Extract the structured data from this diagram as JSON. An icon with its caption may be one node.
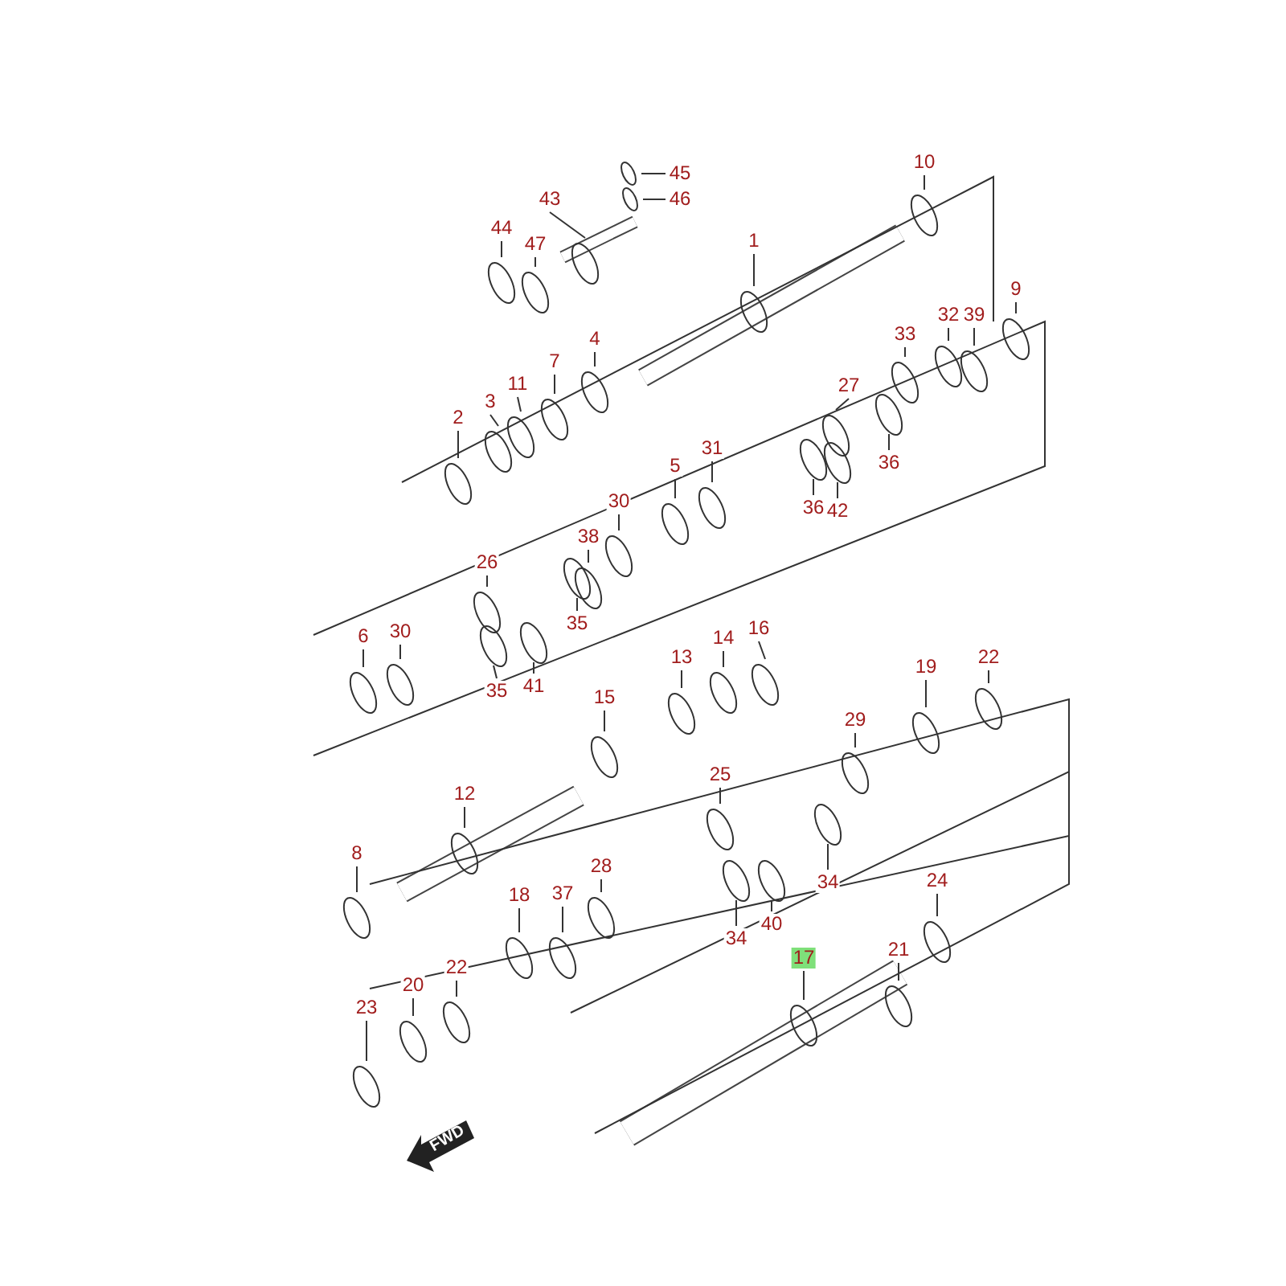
{
  "diagram": {
    "nodes": [
      {
        "text": [
          "45"
        ]
      },
      {
        "text": [
          "46"
        ]
      },
      {
        "text": [
          "10"
        ]
      },
      {
        "text": [
          "43"
        ]
      },
      {
        "text": [
          "47"
        ]
      },
      {
        "text": [
          "44"
        ]
      },
      {
        "text": [
          "1"
        ]
      },
      {
        "text": [
          "9"
        ]
      },
      {
        "text": [
          "32"
        ]
      },
      {
        "text": [
          "39"
        ]
      },
      {
        "text": [
          "33"
        ]
      },
      {
        "text": [
          "4"
        ]
      },
      {
        "text": [
          "11"
        ]
      },
      {
        "text": [
          "7"
        ]
      },
      {
        "text": [
          "3"
        ]
      },
      {
        "text": [
          "2"
        ]
      },
      {
        "text": [
          "27"
        ]
      },
      {
        "text": [
          "31"
        ]
      },
      {
        "text": [
          "36"
        ]
      },
      {
        "text": [
          "5"
        ]
      },
      {
        "text": [
          "36"
        ]
      },
      {
        "text": [
          "42"
        ]
      },
      {
        "text": [
          "30"
        ]
      },
      {
        "text": [
          "38"
        ]
      },
      {
        "text": [
          "26"
        ]
      },
      {
        "text": [
          "6"
        ]
      },
      {
        "text": [
          "30"
        ]
      },
      {
        "text": [
          "35"
        ]
      },
      {
        "text": [
          "35"
        ]
      },
      {
        "text": [
          "41"
        ]
      },
      {
        "text": [
          "16"
        ]
      },
      {
        "text": [
          "14"
        ]
      },
      {
        "text": [
          "13"
        ]
      },
      {
        "text": [
          "15"
        ]
      },
      {
        "text": [
          "19"
        ]
      },
      {
        "text": [
          "22"
        ]
      },
      {
        "text": [
          "29"
        ]
      },
      {
        "text": [
          "12"
        ]
      },
      {
        "text": [
          "25"
        ]
      },
      {
        "text": [
          "8"
        ]
      },
      {
        "text": [
          "28"
        ]
      },
      {
        "text": [
          "37"
        ]
      },
      {
        "text": [
          "18"
        ]
      },
      {
        "text": [
          "34"
        ]
      },
      {
        "text": [
          "34"
        ]
      },
      {
        "text": [
          "40"
        ]
      },
      {
        "text": [
          "21"
        ]
      },
      {
        "text": [
          "24"
        ]
      },
      {
        "text": [
          "22"
        ]
      },
      {
        "text": [
          "20"
        ]
      },
      {
        "text": [
          "17"
        ]
      },
      {
        "text": [
          "23"
        ]
      }
    ],
    "edges": [
      {
        "from": 0,
        "to": null,
        "arrow": "none"
      },
      {
        "from": 1,
        "to": null,
        "arrow": "none"
      },
      {
        "from": 2,
        "to": null,
        "arrow": "none"
      },
      {
        "from": 3,
        "to": null,
        "arrow": "none"
      },
      {
        "from": 4,
        "to": null,
        "arrow": "none"
      },
      {
        "from": 5,
        "to": null,
        "arrow": "none"
      },
      {
        "from": 6,
        "to": null,
        "arrow": "none"
      },
      {
        "from": 7,
        "to": null,
        "arrow": "none"
      },
      {
        "from": 8,
        "to": null,
        "arrow": "none"
      },
      {
        "from": 9,
        "to": null,
        "arrow": "none"
      },
      {
        "from": 10,
        "to": null,
        "arrow": "none"
      },
      {
        "from": 11,
        "to": null,
        "arrow": "none"
      },
      {
        "from": 12,
        "to": null,
        "arrow": "none"
      },
      {
        "from": 13,
        "to": null,
        "arrow": "none"
      },
      {
        "from": 14,
        "to": null,
        "arrow": "none"
      },
      {
        "from": 15,
        "to": null,
        "arrow": "none"
      },
      {
        "from": 16,
        "to": null,
        "arrow": "none"
      },
      {
        "from": 17,
        "to": null,
        "arrow": "none"
      },
      {
        "from": 18,
        "to": null,
        "arrow": "none"
      },
      {
        "from": 19,
        "to": null,
        "arrow": "none"
      },
      {
        "from": 20,
        "to": null,
        "arrow": "none"
      },
      {
        "from": 21,
        "to": null,
        "arrow": "none"
      },
      {
        "from": 22,
        "to": null,
        "arrow": "none"
      },
      {
        "from": 23,
        "to": null,
        "arrow": "none"
      },
      {
        "from": 24,
        "to": null,
        "arrow": "none"
      },
      {
        "from": 25,
        "to": null,
        "arrow": "none"
      },
      {
        "from": 26,
        "to": null,
        "arrow": "none"
      },
      {
        "from": 27,
        "to": null,
        "arrow": "none"
      },
      {
        "from": 28,
        "to": null,
        "arrow": "none"
      },
      {
        "from": 29,
        "to": null,
        "arrow": "none"
      },
      {
        "from": 30,
        "to": null,
        "arrow": "none"
      },
      {
        "from": 31,
        "to": null,
        "arrow": "none"
      },
      {
        "from": 32,
        "to": null,
        "arrow": "none"
      },
      {
        "from": 33,
        "to": null,
        "arrow": "none"
      },
      {
        "from": 34,
        "to": null,
        "arrow": "none"
      },
      {
        "from": 35,
        "to": null,
        "arrow": "none"
      },
      {
        "from": 36,
        "to": null,
        "arrow": "none"
      },
      {
        "from": 37,
        "to": null,
        "arrow": "none"
      },
      {
        "from": 38,
        "to": null,
        "arrow": "none"
      },
      {
        "from": 39,
        "to": null,
        "arrow": "none"
      },
      {
        "from": 40,
        "to": null,
        "arrow": "none"
      },
      {
        "from": 41,
        "to": null,
        "arrow": "none"
      },
      {
        "from": 42,
        "to": null,
        "arrow": "none"
      },
      {
        "from": 43,
        "to": null,
        "arrow": "none"
      },
      {
        "from": 44,
        "to": null,
        "arrow": "none"
      },
      {
        "from": 45,
        "to": null,
        "arrow": "none"
      },
      {
        "from": 46,
        "to": null,
        "arrow": "none"
      },
      {
        "from": 47,
        "to": null,
        "arrow": "none"
      },
      {
        "from": 48,
        "to": null,
        "arrow": "none"
      },
      {
        "from": 49,
        "to": null,
        "arrow": "none"
      },
      {
        "from": 50,
        "to": null,
        "arrow": "none"
      },
      {
        "from": 51,
        "to": null,
        "arrow": "none"
      }
    ],
    "labels": [
      "FWD"
    ]
  }
}
